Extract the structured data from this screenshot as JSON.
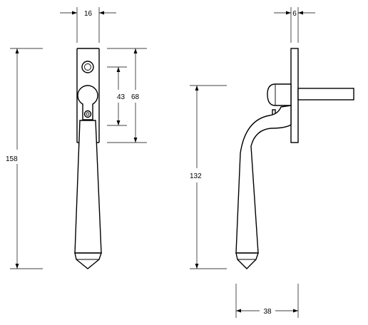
{
  "drawing": {
    "line_color": "#000000",
    "background": "#ffffff",
    "dimensions": {
      "front_width": "16",
      "side_thickness": "6",
      "overall_height": "158",
      "fixing_centres": "43",
      "backplate_height": "68",
      "handle_length": "132",
      "projection": "38"
    }
  }
}
